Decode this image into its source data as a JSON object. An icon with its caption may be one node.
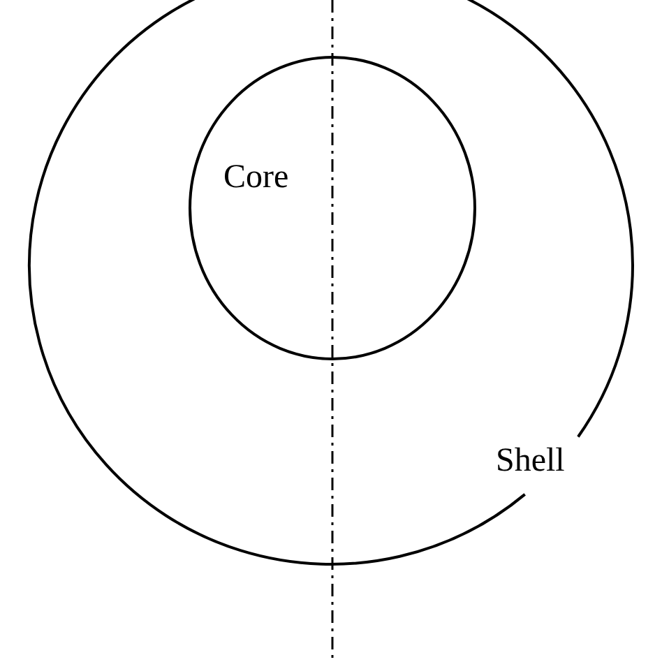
{
  "diagram": {
    "nodes": [
      {
        "text": [
          "Shell"
        ]
      },
      {
        "text": [
          "Core"
        ],
        "in": 0
      }
    ]
  }
}
